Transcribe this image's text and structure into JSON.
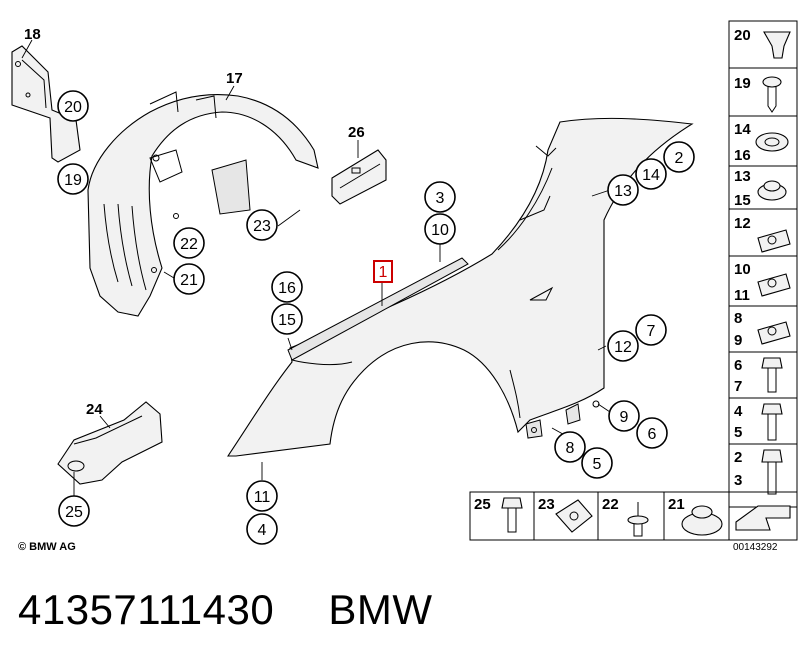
{
  "copyright": "© BMW AG",
  "diagram_number": "00143292",
  "part_number": "41357111430",
  "brand": "BMW",
  "highlighted_callout": "1",
  "colors": {
    "highlight": "#cc0000",
    "line": "#000000",
    "part_fill": "#f2f2f2"
  },
  "callouts": {
    "c1": "1",
    "c2": "2",
    "c3": "3",
    "c4": "4",
    "c5": "5",
    "c6": "6",
    "c7": "7",
    "c8": "8",
    "c9": "9",
    "c10": "10",
    "c11": "11",
    "c12": "12",
    "c13": "13",
    "c14": "14",
    "c15": "15",
    "c16": "16",
    "c17": "17",
    "c18": "18",
    "c19": "19",
    "c20": "20",
    "c21": "21",
    "c22": "22",
    "c23": "23",
    "c24": "24",
    "c25": "25",
    "c26": "26"
  },
  "side_legend": [
    {
      "top": "20",
      "bottom": ""
    },
    {
      "top": "19",
      "bottom": ""
    },
    {
      "top": "14",
      "bottom": "16"
    },
    {
      "top": "13",
      "bottom": "15"
    },
    {
      "top": "12",
      "bottom": ""
    },
    {
      "top": "10",
      "bottom": "11"
    },
    {
      "top": "8",
      "bottom": "9"
    },
    {
      "top": "6",
      "bottom": "7"
    },
    {
      "top": "4",
      "bottom": "5"
    },
    {
      "top": "2",
      "bottom": "3"
    }
  ],
  "bottom_legend": [
    "25",
    "23",
    "22",
    "21"
  ]
}
